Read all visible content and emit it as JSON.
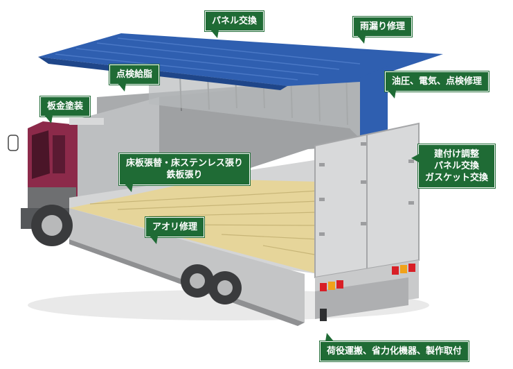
{
  "labels": {
    "panel_exchange": "パネル交換",
    "rain_leak_repair": "雨漏り修理",
    "inspection_grease": "点検給脂",
    "hydraulic_electric": "油圧、電気、点検修理",
    "sheet_metal_paint": "板金塗装",
    "fitting_adjust": [
      "建付け調整",
      "パネル交換",
      "ガスケット交換"
    ],
    "floor": [
      "床板張替・床ステンレス張り",
      "鉄板張り"
    ],
    "side_gate_repair": "アオリ修理",
    "cargo_equipment": "荷役運搬、省力化機器、製作取付"
  },
  "colors": {
    "label_bg": "#1f6b35",
    "roof_blue": "#2f5fb0",
    "cab_red": "#8c2a4a",
    "floor_wood": "#e6d59a",
    "body_grey": "#c9cacb"
  }
}
